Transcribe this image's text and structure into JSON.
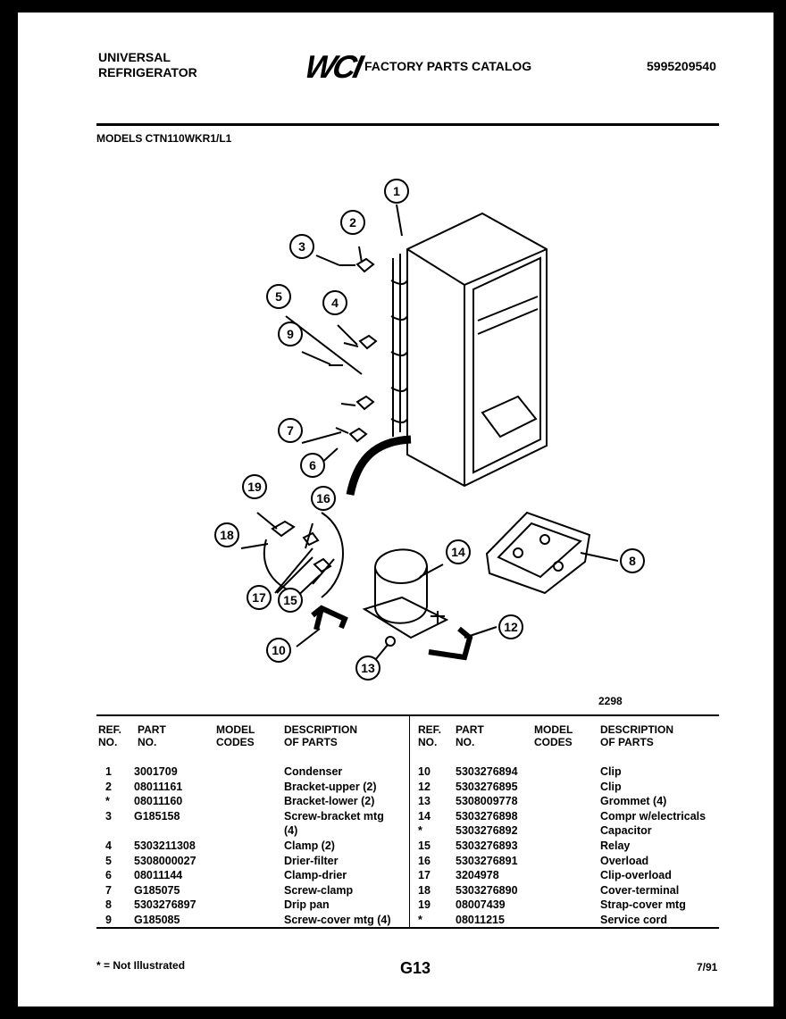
{
  "header": {
    "brand_line1": "UNIVERSAL",
    "brand_line2": "REFRIGERATOR",
    "logo_text": "WCI",
    "catalog_title": "FACTORY PARTS CATALOG",
    "doc_number": "5995209540",
    "models": "MODELS CTN110WKR1/L1"
  },
  "diagram": {
    "figure_number": "2298",
    "callouts": [
      "1",
      "2",
      "3",
      "4",
      "5",
      "9",
      "7",
      "6",
      "19",
      "16",
      "18",
      "17",
      "15",
      "14",
      "8",
      "10",
      "13",
      "12"
    ]
  },
  "table": {
    "headers": {
      "ref": "REF.\nNO.",
      "part": "PART\nNO.",
      "model": "MODEL\nCODES",
      "desc": "DESCRIPTION\nOF PARTS"
    },
    "left_rows": [
      {
        "ref": "1",
        "part": "3001709",
        "desc": "Condenser"
      },
      {
        "ref": "2",
        "part": "08011161",
        "desc": "Bracket-upper (2)"
      },
      {
        "ref": "*",
        "part": "08011160",
        "desc": "Bracket-lower (2)"
      },
      {
        "ref": "3",
        "part": "G185158",
        "desc": "Screw-bracket mtg"
      },
      {
        "ref": "",
        "part": "",
        "desc": "(4)"
      },
      {
        "ref": "4",
        "part": "5303211308",
        "desc": "Clamp (2)"
      },
      {
        "ref": "5",
        "part": "5308000027",
        "desc": "Drier-filter"
      },
      {
        "ref": "6",
        "part": "08011144",
        "desc": "Clamp-drier"
      },
      {
        "ref": "7",
        "part": "G185075",
        "desc": "Screw-clamp"
      },
      {
        "ref": "8",
        "part": "5303276897",
        "desc": "Drip pan"
      },
      {
        "ref": "9",
        "part": "G185085",
        "desc": "Screw-cover mtg (4)"
      }
    ],
    "right_rows": [
      {
        "ref": "10",
        "part": "5303276894",
        "desc": "Clip"
      },
      {
        "ref": "12",
        "part": "5303276895",
        "desc": "Clip"
      },
      {
        "ref": "13",
        "part": "5308009778",
        "desc": "Grommet (4)"
      },
      {
        "ref": "14",
        "part": "5303276898",
        "desc": "Compr w/electricals"
      },
      {
        "ref": "*",
        "part": "5303276892",
        "desc": "Capacitor"
      },
      {
        "ref": "15",
        "part": "5303276893",
        "desc": "Relay"
      },
      {
        "ref": "16",
        "part": "5303276891",
        "desc": "Overload"
      },
      {
        "ref": "17",
        "part": "3204978",
        "desc": "Clip-overload"
      },
      {
        "ref": "18",
        "part": "5303276890",
        "desc": "Cover-terminal"
      },
      {
        "ref": "19",
        "part": "08007439",
        "desc": "Strap-cover mtg"
      },
      {
        "ref": "*",
        "part": "08011215",
        "desc": "Service cord"
      }
    ]
  },
  "footer": {
    "footnote": "* = Not Illustrated",
    "page": "G13",
    "date": "7/91"
  }
}
